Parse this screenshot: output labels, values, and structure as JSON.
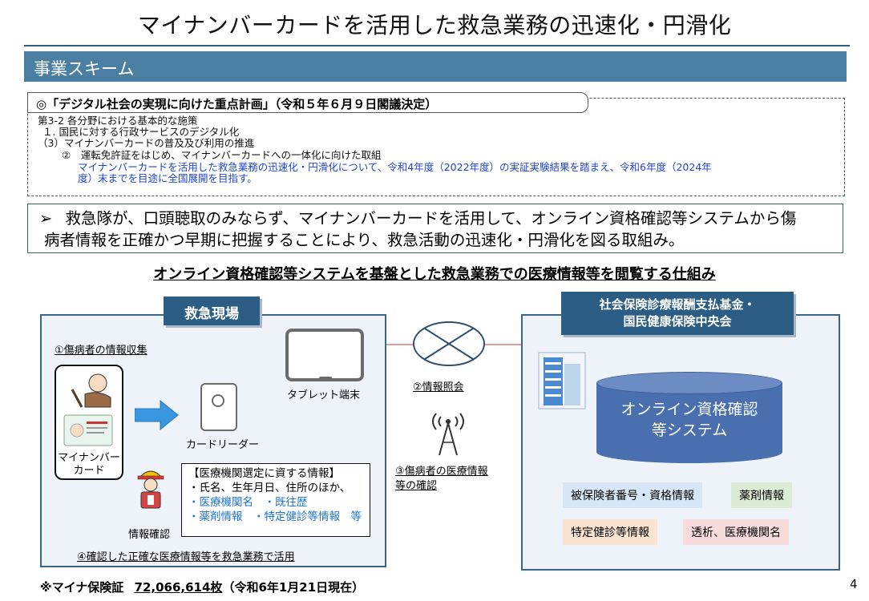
{
  "title": "マイナンバーカードを活用した救急業務の迅速化・円滑化",
  "section": "事業スキーム",
  "policy": {
    "tab": "◎「デジタル社会の実現に向けた重点計画」（令和５年６月９日閣議決定）",
    "lines": [
      "第3-2 各分野における基本的な施策",
      "１. 国民に対する行政サービスのデジタル化",
      "（3）マイナンバーカードの普及及び利用の推進",
      "②　運転免許証をはじめ、マイナンバーカードへの一体化に向けた取組"
    ],
    "blue_line1": "マイナンバーカードを活用した救急業務の迅速化・円滑化について、令和4年度（2022年度）の実証実験結果を踏まえ、令和6年度（2024年",
    "blue_line2": "度）末までを目途に全国展開を目指す。"
  },
  "summary": {
    "bullet": "➢",
    "line1": "救急隊が、口頭聴取のみならず、マイナンバーカードを活用して、オンライン資格確認等システムから傷",
    "line2": "病者情報を正確かつ早期に把握することにより、救急活動の迅速化・円滑化を図る取組み。"
  },
  "mechanism_title": "オンライン資格確認等システムを基盤とした救急業務での医療情報等を閲覧する仕組み",
  "left_panel": {
    "tab": "救急現場",
    "step1": "①傷病者の情報収集",
    "card_label1": "マイナンバー",
    "card_label2": "カード",
    "reader_label": "カードリーダー",
    "tablet_label": "タブレット端末",
    "staff_label": "情報確認",
    "info_box": {
      "heading": "【医療機関選定に資する情報】",
      "line1": "・氏名、生年月日、住所のほか、",
      "line2": "・医療機関名　・既往歴",
      "line3": "・薬剤情報　・特定健診等情報　等"
    },
    "step4": "④確認した正確な医療情報等を救急業務で活用"
  },
  "middle": {
    "step2": "②情報照会",
    "step3_line1": "③傷病者の医療情報",
    "step3_line2": "等の確認"
  },
  "right_panel": {
    "tab_line1": "社会保険診療報酬支払基金・",
    "tab_line2": "国民健康保険中央会",
    "db_line1": "オンライン資格確認",
    "db_line2": "等システム",
    "tags": [
      "被保険者番号・資格情報",
      "薬剤情報",
      "特定健診等情報",
      "透析、医療機関名"
    ]
  },
  "footer": {
    "label": "※マイナ保険証",
    "count": "72,066,614枚",
    "date": "（令和6年1月21日現在）"
  },
  "page_number": "4",
  "colors": {
    "section_bar": "#4a7ea3",
    "panel_tab": "#2c5e85",
    "panel_border": "#3a6587",
    "db": "#4a6fae",
    "blue_text": "#1f46d0",
    "connector_red": "#cc3333"
  }
}
